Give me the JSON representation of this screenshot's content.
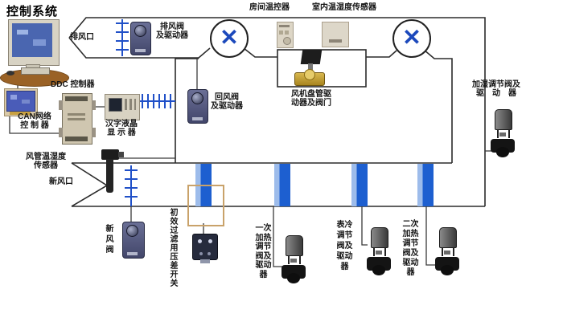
{
  "title": "控制系统",
  "colors": {
    "duct_line": "#2b2b2b",
    "wire_line": "#3a3a3a",
    "damper_blue": "#2050c8",
    "coil_blue": "#1d5fd0",
    "filter_tan": "#c9a26a",
    "fan_blade_blue": "#1c49bc"
  },
  "labels": {
    "exhaust_vent": "排风口",
    "exhaust_damper": "排风阀\n及驱动器",
    "ddc": "DDC 控制器",
    "can": "CAN网络\n控 制 器",
    "lcd": "汉字液晶\n显 示 器",
    "duct_sensor": "风管温湿度\n传感器",
    "fresh_vent": "新风口",
    "return_damper": "回风阀\n及驱动器",
    "room_thermostat": "房间温控器",
    "indoor_sensor": "室内温湿度传感器",
    "fan_coil": "风机盘管驱\n动器及阀门",
    "humidifier_valve": "加湿调节阀及\n驱　动　器",
    "fresh_damper": "新风阀",
    "filter_switch": "初效过滤用压差开关",
    "primary_heating_valve": "一次加热调节阀及驱动器",
    "cooling_valve": "表冷调节阀及驱动器",
    "secondary_heating_valve": "二次加热调节阀及驱动器"
  }
}
